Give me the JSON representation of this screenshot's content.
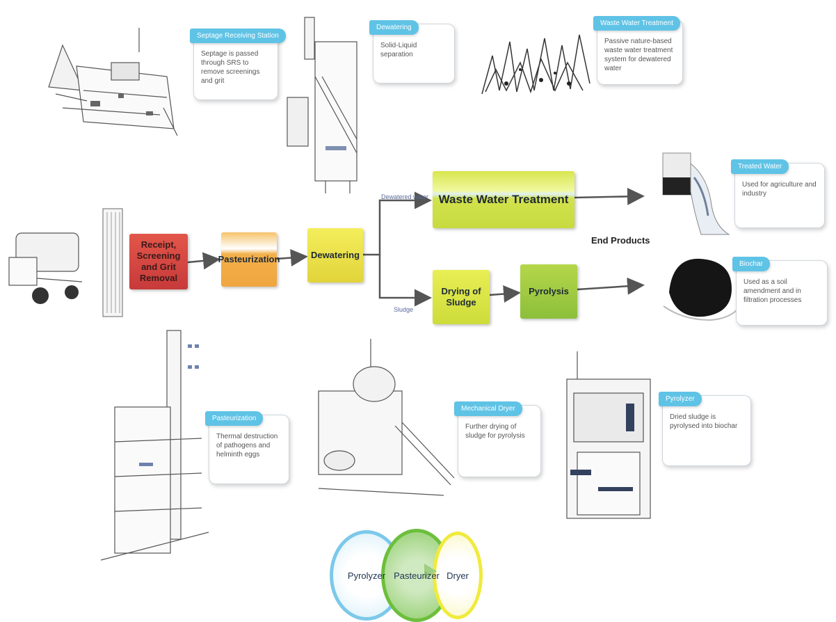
{
  "cards": {
    "septage": {
      "title": "Septage Receiving Station",
      "text": "Septage is passed through SRS to remove screenings and grit"
    },
    "dewatering": {
      "title": "Dewatering",
      "text": "Solid-Liquid separation"
    },
    "wastewater": {
      "title": "Waste Water Treatment",
      "text": "Passive nature-based waste water treatment system for dewatered water"
    },
    "treated_water": {
      "title": "Treated Water",
      "text": "Used for agriculture and industry"
    },
    "biochar": {
      "title": "Biochar",
      "text": "Used as a soil amendment and in filtration processes"
    },
    "pasteurization": {
      "title": "Pasteurization",
      "text": "Thermal destruction of pathogens and helminth eggs"
    },
    "mech_dryer": {
      "title": "Mechanical Dryer",
      "text": "Further drying of sludge for pyrolysis"
    },
    "pyrolyzer": {
      "title": "Pyrolyzer",
      "text": "Dried sludge is pyrolysed into biochar"
    }
  },
  "process": {
    "receipt": "Receipt, Screening and Grit Removal",
    "pasteurization": "Pasteurization",
    "dewatering": "Dewatering",
    "wwt": "Waste Water Treatment",
    "drying": "Drying of Sludge",
    "pyrolysis": "Pyrolysis"
  },
  "labels": {
    "dewatered_water": "Dewatered water",
    "sludge": "Sludge",
    "end_products": "End Products"
  },
  "circles": {
    "pyrolyzer": "Pyrolyzer",
    "pasteurizer": "Pasteurizer",
    "dryer": "Dryer"
  },
  "colors": {
    "card_tab": "#5fc3e6",
    "arrow": "#555555",
    "receipt": "#d4453f",
    "pasteurization": "#f2b04a",
    "dewatering": "#e8e04a",
    "wwt": "#cfe044",
    "pyrolysis": "#9ac63f",
    "circle_blue": "#7cc8ea",
    "circle_green": "#6cbf3c",
    "circle_yellow": "#f0ea3c"
  }
}
